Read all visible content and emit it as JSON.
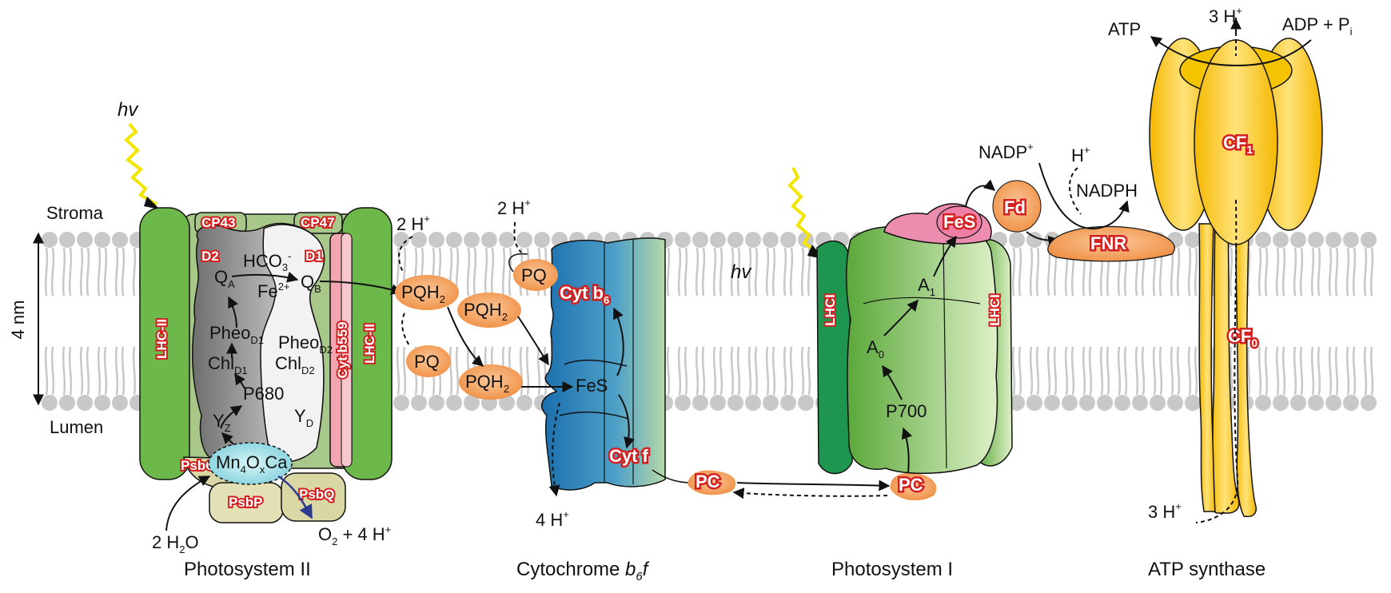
{
  "sides": {
    "stroma": "Stroma",
    "lumen": "Lumen",
    "thickness": "4 nm"
  },
  "light": {
    "hv_label": "hv"
  },
  "psii": {
    "caption": "Photosystem II",
    "proteins": [
      "LHC-II",
      "CP43",
      "CP47",
      "D2",
      "D1",
      "LHC-II",
      "PsbO",
      "PsbP",
      "PsbQ"
    ],
    "cyt_b559": "Cyt b559",
    "cofactors": {
      "qa": "Q",
      "qa_sub": "A",
      "qb": "Q",
      "qb_sub": "B",
      "hco3": "HCO",
      "hco3_sub": "3",
      "hco3_sup": "-",
      "fe": "Fe",
      "fe_sup": "2+",
      "pheo_d1": "Pheo",
      "pheo_d1_sub": "D1",
      "pheo_d2": "Pheo",
      "pheo_d2_sub": "D2",
      "chl_d1": "Chl",
      "chl_d1_sub": "D1",
      "chl_d2": "Chl",
      "chl_d2_sub": "D2",
      "p680": "P680",
      "yz": "Y",
      "yz_sub": "Z",
      "yd": "Y",
      "yd_sub": "D"
    },
    "cluster": {
      "a": "Mn",
      "a_sub": "4",
      "b": "O",
      "b_sub": "x",
      "c": "Ca"
    },
    "water": {
      "text": "2 H",
      "sub": "2",
      "tail": "O"
    },
    "oxygen": {
      "text": "O",
      "sub": "2",
      "tail": " + 4 H",
      "sup": "+"
    }
  },
  "pool": {
    "pqh2": "PQH",
    "pqh2_sub": "2",
    "pq": "PQ",
    "h_2": "2 H",
    "h_sup": "+",
    "h_4": "4 H"
  },
  "cytb6f": {
    "caption_main": "Cytochrome ",
    "caption_b": "b",
    "caption_sub": "6",
    "caption_f": "f",
    "cyt_b6": "Cyt b",
    "cyt_b6_sub": "6",
    "fes": "FeS",
    "cyt_f": "Cyt f",
    "pc": "PC"
  },
  "psi": {
    "caption": "Photosystem I",
    "lhci": "LHCI",
    "fes": "FeS",
    "fd": "Fd",
    "fnr": "FNR",
    "a1": "A",
    "a1_sub": "1",
    "a0": "A",
    "a0_sub": "0",
    "p700": "P700",
    "pc": "PC",
    "nadp": "NADP",
    "nadp_sup": "+",
    "h": "H",
    "h_sup": "+",
    "nadph": "NADPH"
  },
  "atp_synthase": {
    "caption": "ATP synthase",
    "cf1": "CF",
    "cf1_sub": "1",
    "cf0": "CF",
    "cf0_sub": "0",
    "atp": "ATP",
    "h_top": "3 H",
    "h_sup": "+",
    "adp": "ADP + P",
    "adp_sub": "i",
    "h_bottom": "3 H"
  },
  "colors": {
    "lhc_green": "#6db84a",
    "psii_frame": "#a8c88a",
    "d2_gray": "#8e8e8e",
    "cyt_pink": "#f4a6b0",
    "quinone_orange": "#f0a060",
    "cytb6f_blue": "#2e7fb8",
    "psi_green": "#6ab04c",
    "fes_pink": "#ec8db0",
    "atp_yellow": "#f8c318",
    "label_red": "#d42020",
    "lipid_gray": "#c8c8c8",
    "light_yellow": "#f2e600"
  }
}
